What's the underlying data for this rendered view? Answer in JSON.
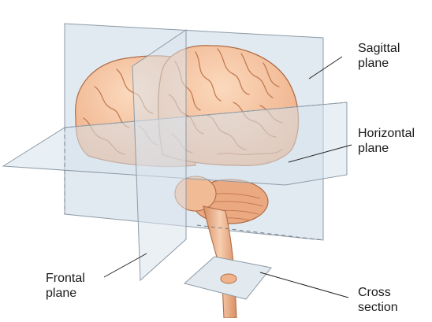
{
  "labels": {
    "sagittal": [
      "Sagittal",
      "plane"
    ],
    "horizontal": [
      "Horizontal",
      "plane"
    ],
    "frontal": [
      "Frontal",
      "plane"
    ],
    "cross": [
      "Cross",
      "section"
    ]
  },
  "colors": {
    "plane_fill": "#dde6ee",
    "plane_edge": "#8d9aa6",
    "brain_fill": "#f6c7a4",
    "brain_dark": "#e29b72",
    "brain_stroke": "#b06c45",
    "leader": "#222222"
  }
}
